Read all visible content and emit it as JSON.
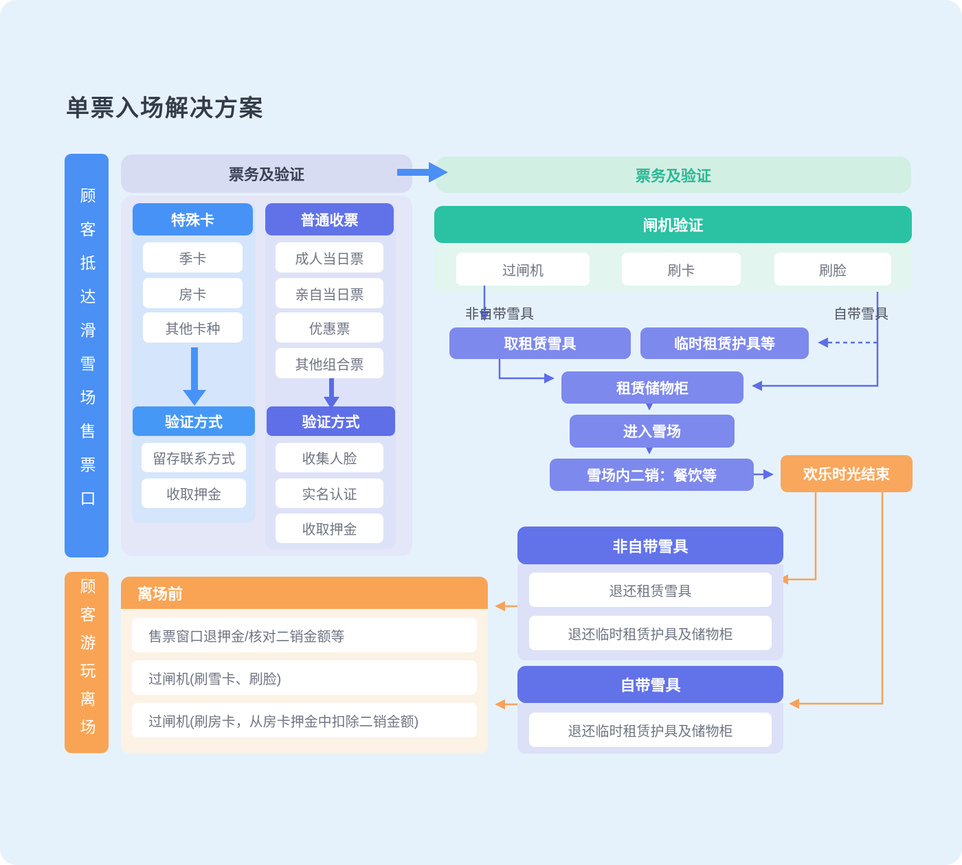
{
  "title": "单票入场解决方案",
  "colors": {
    "accent_blue": "#4792f6",
    "accent_indigo": "#6172e9",
    "accent_periwinkle": "#7d89ed",
    "accent_green": "#2ac2a3",
    "accent_orange": "#f9a455"
  },
  "stage_arrival": {
    "sidebar_label": "顾客抵达滑雪场售票口",
    "panel_title": "票务及验证",
    "special_card": {
      "title": "特殊卡",
      "items": [
        "季卡",
        "房卡",
        "其他卡种"
      ],
      "verify_title": "验证方式",
      "verify_items": [
        "留存联系方式",
        "收取押金"
      ]
    },
    "normal_ticket": {
      "title": "普通收票",
      "items": [
        "成人当日票",
        "亲自当日票",
        "优惠票",
        "其他组合票"
      ],
      "verify_title": "验证方式",
      "verify_items": [
        "收集人脸",
        "实名认证",
        "收取押金"
      ]
    }
  },
  "gate_section": {
    "panel_title": "票务及验证",
    "gate_title": "闸机验证",
    "methods": [
      "过闸机",
      "刷卡",
      "刷脸"
    ]
  },
  "flow": {
    "label_not_own_gear": "非自带雪具",
    "label_own_gear": "自带雪具",
    "pick_rental_gear": "取租赁雪具",
    "temp_rental_protect": "临时租赁护具等",
    "rental_locker": "租赁储物柜",
    "enter_snowfield": "进入雪场",
    "secondary_sales": "雪场内二销：餐饮等",
    "happy_end": "欢乐时光结束"
  },
  "return_not_own": {
    "title": "非自带雪具",
    "items": [
      "退还租赁雪具",
      "退还临时租赁护具及储物柜"
    ]
  },
  "return_own": {
    "title": "自带雪具",
    "items": [
      "退还临时租赁护具及储物柜"
    ]
  },
  "stage_leave": {
    "sidebar_label": "顾客游玩离场",
    "panel_title": "离场前",
    "items": [
      "售票窗口退押金/核对二销金额等",
      "过闸机(刷雪卡、刷脸)",
      "过闸机(刷房卡，从房卡押金中扣除二销金额)"
    ]
  }
}
